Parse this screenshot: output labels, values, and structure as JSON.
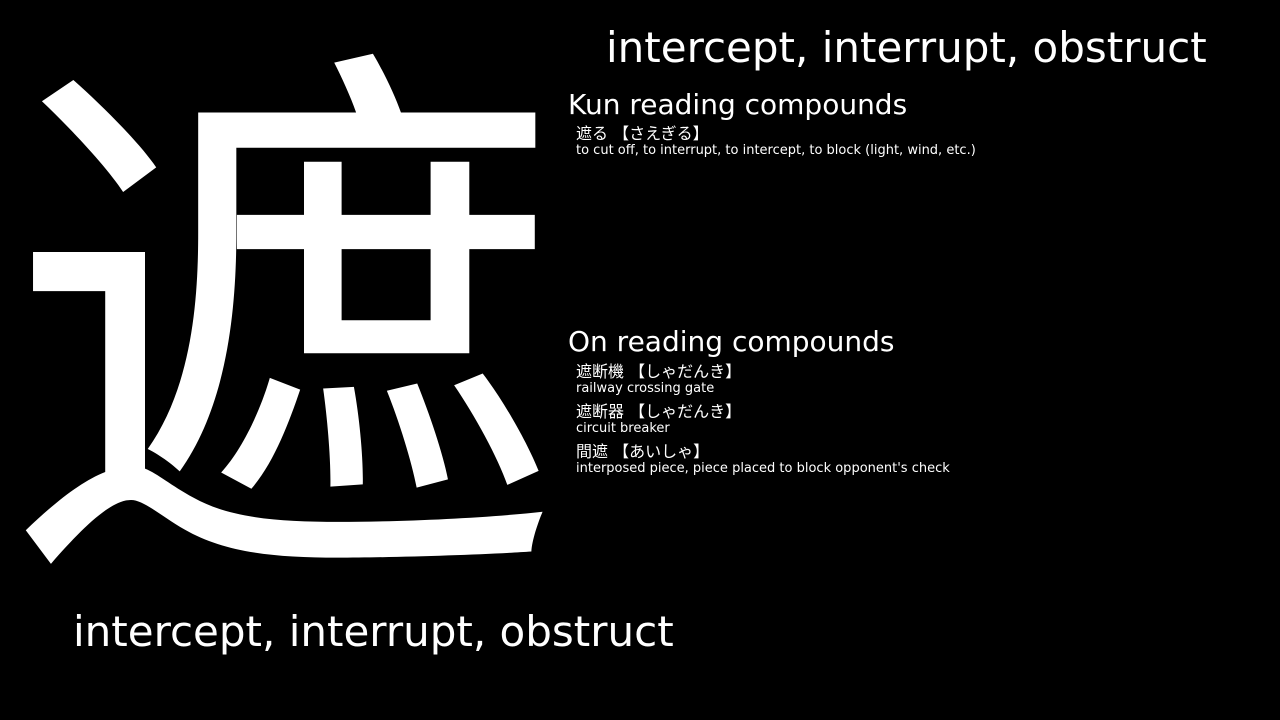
{
  "kanji": "遮",
  "meaning_top": "intercept, interrupt, obstruct",
  "meaning_bottom": "intercept, interrupt, obstruct",
  "kun": {
    "heading": "Kun reading compounds",
    "items": [
      {
        "word": "遮る 【さえぎる】",
        "gloss": "to cut off, to interrupt, to intercept, to block (light, wind, etc.)"
      }
    ]
  },
  "on": {
    "heading": "On reading compounds",
    "items": [
      {
        "word": "遮断機 【しゃだんき】",
        "gloss": "railway crossing gate"
      },
      {
        "word": "遮断器 【しゃだんき】",
        "gloss": "circuit breaker"
      },
      {
        "word": "間遮 【あいしゃ】",
        "gloss": "interposed piece, piece placed to block opponent's check"
      }
    ]
  }
}
